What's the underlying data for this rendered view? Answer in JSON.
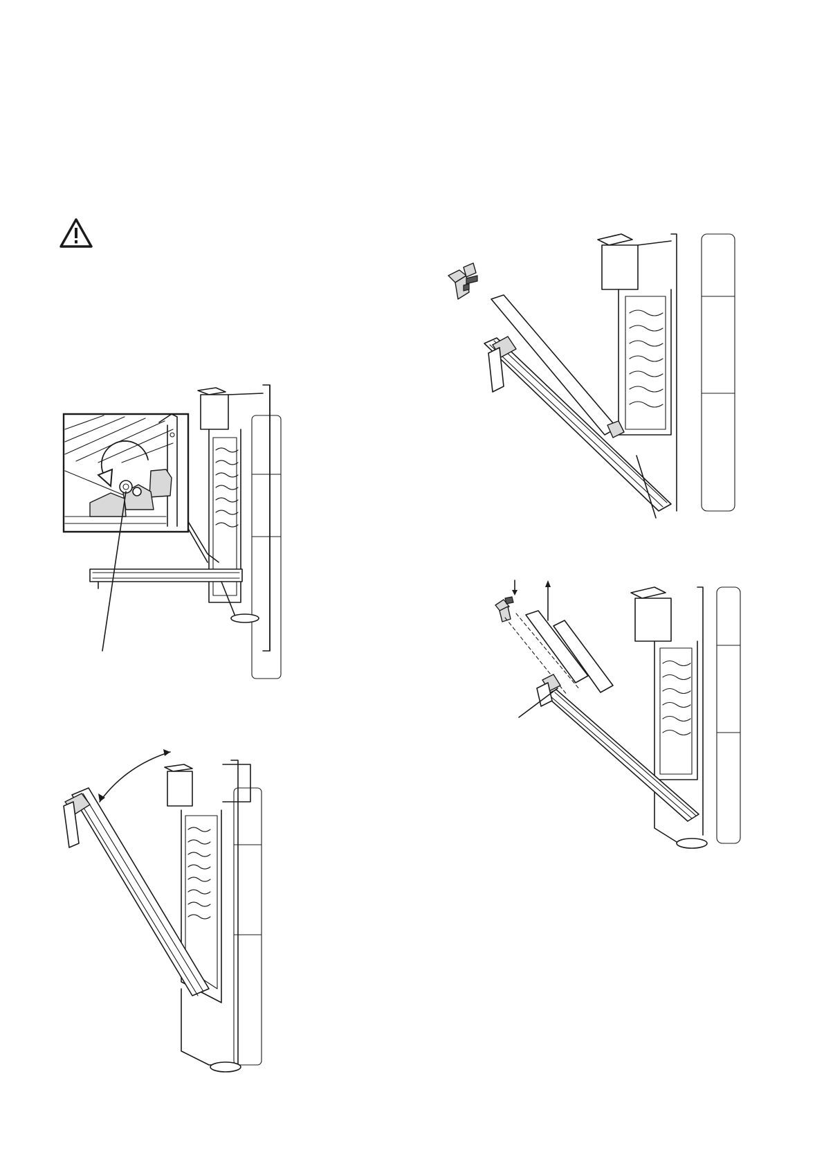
{
  "page": {
    "background": "#ffffff",
    "line_color": "#1a1a1a"
  },
  "icons": {
    "warning": "warning-triangle-icon"
  },
  "illustrations": [
    {
      "id": "hinge-detail",
      "icon": "oven-door-hinge-icon"
    },
    {
      "id": "door-lifted",
      "icon": "oven-door-lift-icon"
    },
    {
      "id": "door-glass-removal",
      "icon": "oven-door-glass-icon"
    },
    {
      "id": "glass-refit",
      "icon": "oven-door-glass-refit-icon"
    }
  ]
}
